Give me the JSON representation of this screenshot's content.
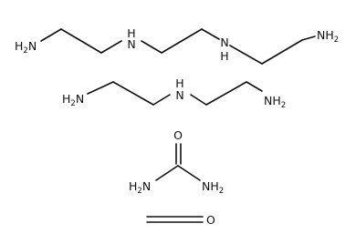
{
  "molecules": {
    "teta": {
      "atom_nh2_left": "H2N",
      "atom_nh_1": "N",
      "atom_nh_1_h": "H",
      "atom_nh_2": "N",
      "atom_nh_2_h": "H",
      "atom_nh2_right": "NH2"
    },
    "deta": {
      "atom_nh2_left": "H2N",
      "atom_nh": "N",
      "atom_nh_h": "H",
      "atom_nh2_right": "NH2"
    },
    "urea": {
      "atom_o": "O",
      "atom_nh2_left": "H2N",
      "atom_nh2_right": "NH2"
    },
    "formaldehyde": {
      "atom_o": "O"
    }
  },
  "colors": {
    "bond": "#111111",
    "text": "#111111",
    "background": "#ffffff"
  }
}
